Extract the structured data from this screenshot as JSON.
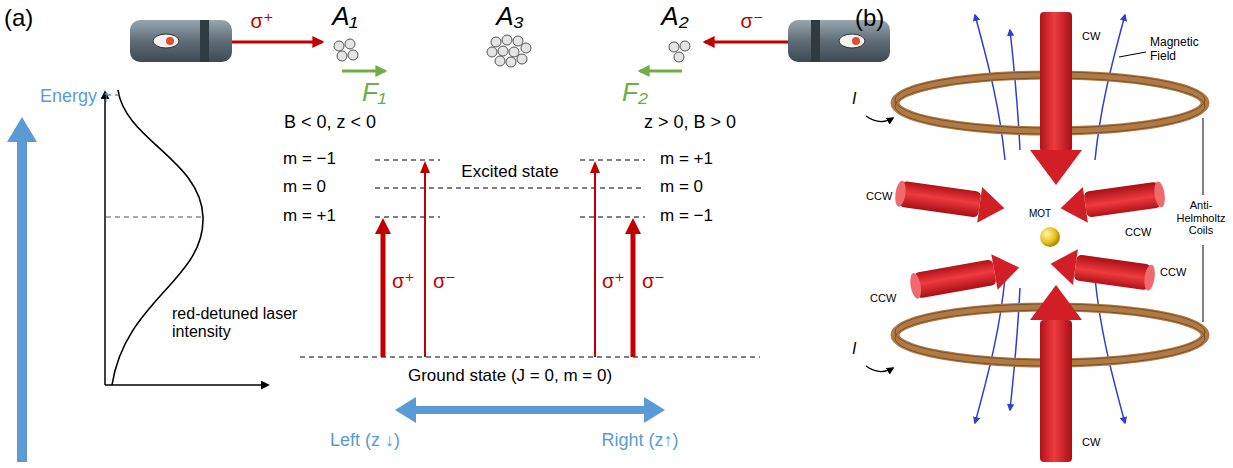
{
  "diagram": {
    "labels": [
      "(a)",
      "A₁",
      "A₃",
      "A₂",
      "σ⁺",
      "σ⁻",
      "F₁",
      "F₂",
      "B < 0, z < 0",
      "z > 0, B > 0",
      "Energy ↑",
      "m = −1",
      "m = +1",
      "m = 0",
      "Excited state",
      "m = 0",
      "m = +1",
      "m = −1",
      "σ⁺",
      "σ⁻",
      "σ⁺",
      "σ⁻",
      "red-detuned laser intensity",
      "Ground state (J = 0, m = 0)",
      "Left (z ↓)",
      "Right (z↑)",
      "(b)",
      "CW",
      "Magnetic Field",
      "I",
      "CCW",
      "MOT",
      "CCW",
      "Anti-Helmholtz Coils",
      "CCW",
      "CCW",
      "I",
      "CW"
    ]
  }
}
